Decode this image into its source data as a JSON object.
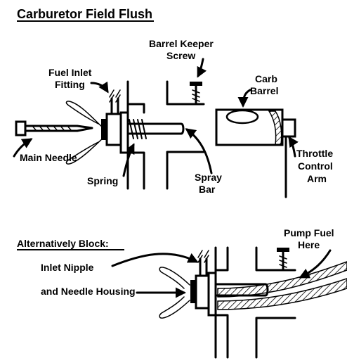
{
  "title": "Carburetor Field Flush",
  "labels": {
    "barrel_keeper_line1": "Barrel Keeper",
    "barrel_keeper_line2": "Screw",
    "fuel_inlet_line1": "Fuel Inlet",
    "fuel_inlet_line2": "Fitting",
    "carb_line1": "Carb",
    "carb_line2": "Barrel",
    "main_needle": "Main Needle",
    "throttle_line1": "Throttle",
    "throttle_line2": "Control",
    "throttle_line3": "Arm",
    "spring": "Spring",
    "spray_line1": "Spray",
    "spray_line2": "Bar"
  },
  "section2": {
    "heading": "Alternatively Block:",
    "pump_line1": "Pump Fuel",
    "pump_line2": "Here",
    "inlet_nipple": "Inlet Nipple",
    "needle_housing": "and Needle Housing"
  }
}
